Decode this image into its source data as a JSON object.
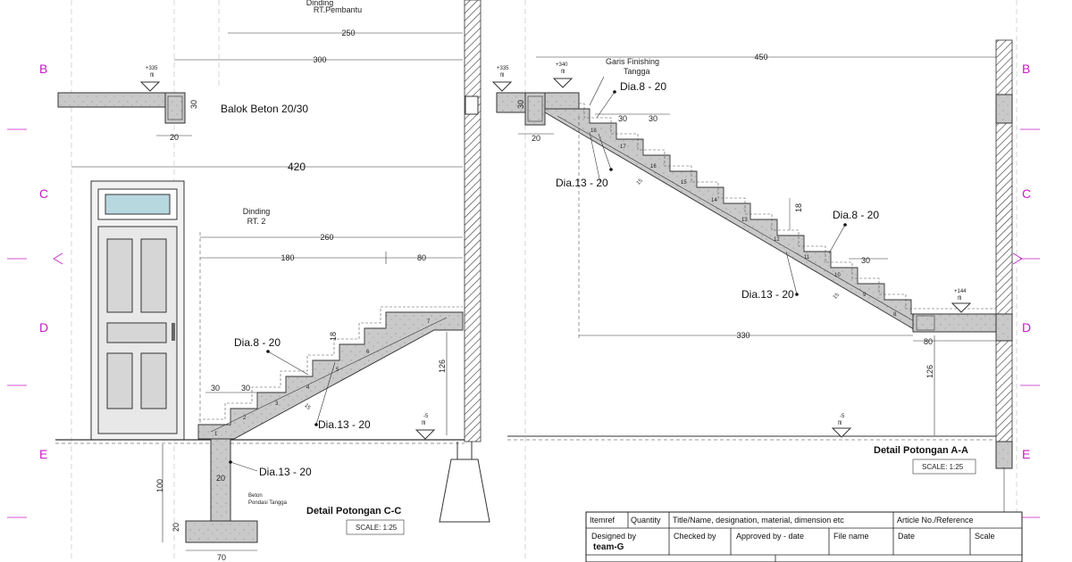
{
  "grid_labels": [
    "B",
    "C",
    "D",
    "E"
  ],
  "left_view": {
    "wall_label_top": [
      "Dinding",
      "RT.Pembantu"
    ],
    "dim_250": "250",
    "dim_300": "300",
    "level_top": "+335",
    "level_top_sub": "fll",
    "beam_label": "Balok Beton 20/30",
    "beam_h": "30",
    "beam_w": "20",
    "dim_420": "420",
    "wall_label_mid": [
      "Dinding",
      "RT. 2"
    ],
    "dim_260": "260",
    "dim_180": "180",
    "dim_80": "80",
    "rebar_top": "Dia.8 - 20",
    "rise": "18",
    "tread_a": "30",
    "tread_b": "30",
    "rebar_bottom": "Dia.13 - 20",
    "slope_num": "15",
    "height_126": "126",
    "level_floor": "-5",
    "level_floor_sub": "fll",
    "footing_rebar": "Dia.13 - 20",
    "footing_w_col": "20",
    "footing_note": [
      "Beton",
      "Pondasi Tangga"
    ],
    "dim_100": "100",
    "dim_20v": "20",
    "dim_70": "70",
    "step_numbers": [
      "1",
      "2",
      "3",
      "4",
      "5",
      "6",
      "7"
    ],
    "title": "Detail Potongan C-C",
    "scale": "SCALE:  1:25"
  },
  "right_view": {
    "level_top": "+335",
    "level_top_sub": "fll",
    "level_landing": "+340",
    "level_landing_sub": "fll",
    "finish_label": [
      "Garis Finishing",
      "Tangga"
    ],
    "dim_450": "450",
    "rebar_top_1": "Dia.8 - 20",
    "tread_a": "30",
    "tread_b": "30",
    "beam_h": "30",
    "beam_w": "20",
    "rebar_bottom_1": "Dia.13 - 20",
    "slope_num_1": "15",
    "rise": "18",
    "rebar_top_2": "Dia.8 - 20",
    "tread_c": "30",
    "rebar_bottom_2": "Dia.13 - 20",
    "slope_num_2": "15",
    "level_bottom": "+144",
    "level_bottom_sub": "fll",
    "dim_330": "330",
    "dim_80": "80",
    "height_126": "126",
    "level_floor": "-5",
    "level_floor_sub": "fll",
    "step_numbers": [
      "18",
      "17",
      "16",
      "15",
      "14",
      "13",
      "12",
      "11",
      "10",
      "9",
      "8"
    ],
    "title": "Detail Potongan A-A",
    "scale": "SCALE:  1:25"
  },
  "title_block": {
    "itemref": "Itemref",
    "quantity": "Quantity",
    "title_desc": "Title/Name, designation, material, dimension etc",
    "article": "Article No./Reference",
    "designed_by": "Designed by",
    "designer": "team-G",
    "checked_by": "Checked by",
    "approved_by": "Approved by - date",
    "file_name": "File name",
    "date": "Date",
    "scale": "Scale"
  }
}
